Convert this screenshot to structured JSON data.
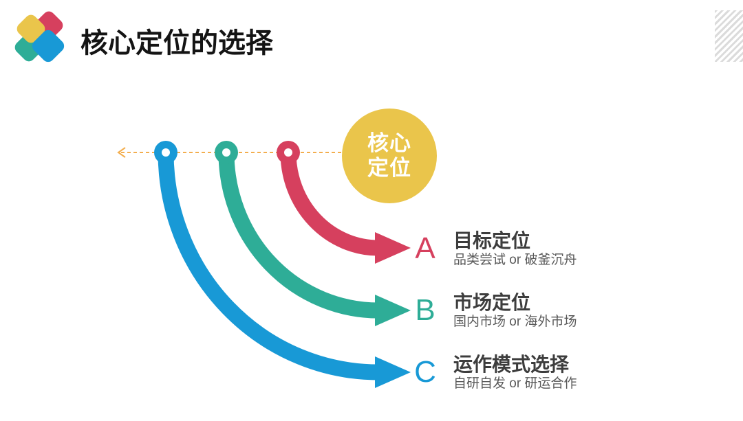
{
  "header": {
    "title": "核心定位的选择"
  },
  "logo": {
    "colors": {
      "yellow": "#EAC54B",
      "red": "#D6405E",
      "teal": "#2EAD97",
      "blue": "#1899D6"
    }
  },
  "center_node": {
    "line1": "核心",
    "line2": "定位",
    "color": "#EAC54B",
    "text_color": "#FFFFFF"
  },
  "axis": {
    "style": "dashed",
    "direction": "left-arrow",
    "color": "#F3AE4E"
  },
  "rows": [
    {
      "letter": "A",
      "title": "目标定位",
      "subtitle": "品类尝试 or 破釜沉舟",
      "color": "#D6405E"
    },
    {
      "letter": "B",
      "title": "市场定位",
      "subtitle": "国内市场 or 海外市场",
      "color": "#2EAD97"
    },
    {
      "letter": "C",
      "title": "运作模式选择",
      "subtitle": "自研自发 or 研运合作",
      "color": "#1899D6"
    }
  ],
  "colors": {
    "title_text": "#141414",
    "row_title_text": "#3D3D3D",
    "row_subtitle_text": "#595959",
    "stripe_decor": "#DBDBDB",
    "background": "#FFFFFF"
  }
}
